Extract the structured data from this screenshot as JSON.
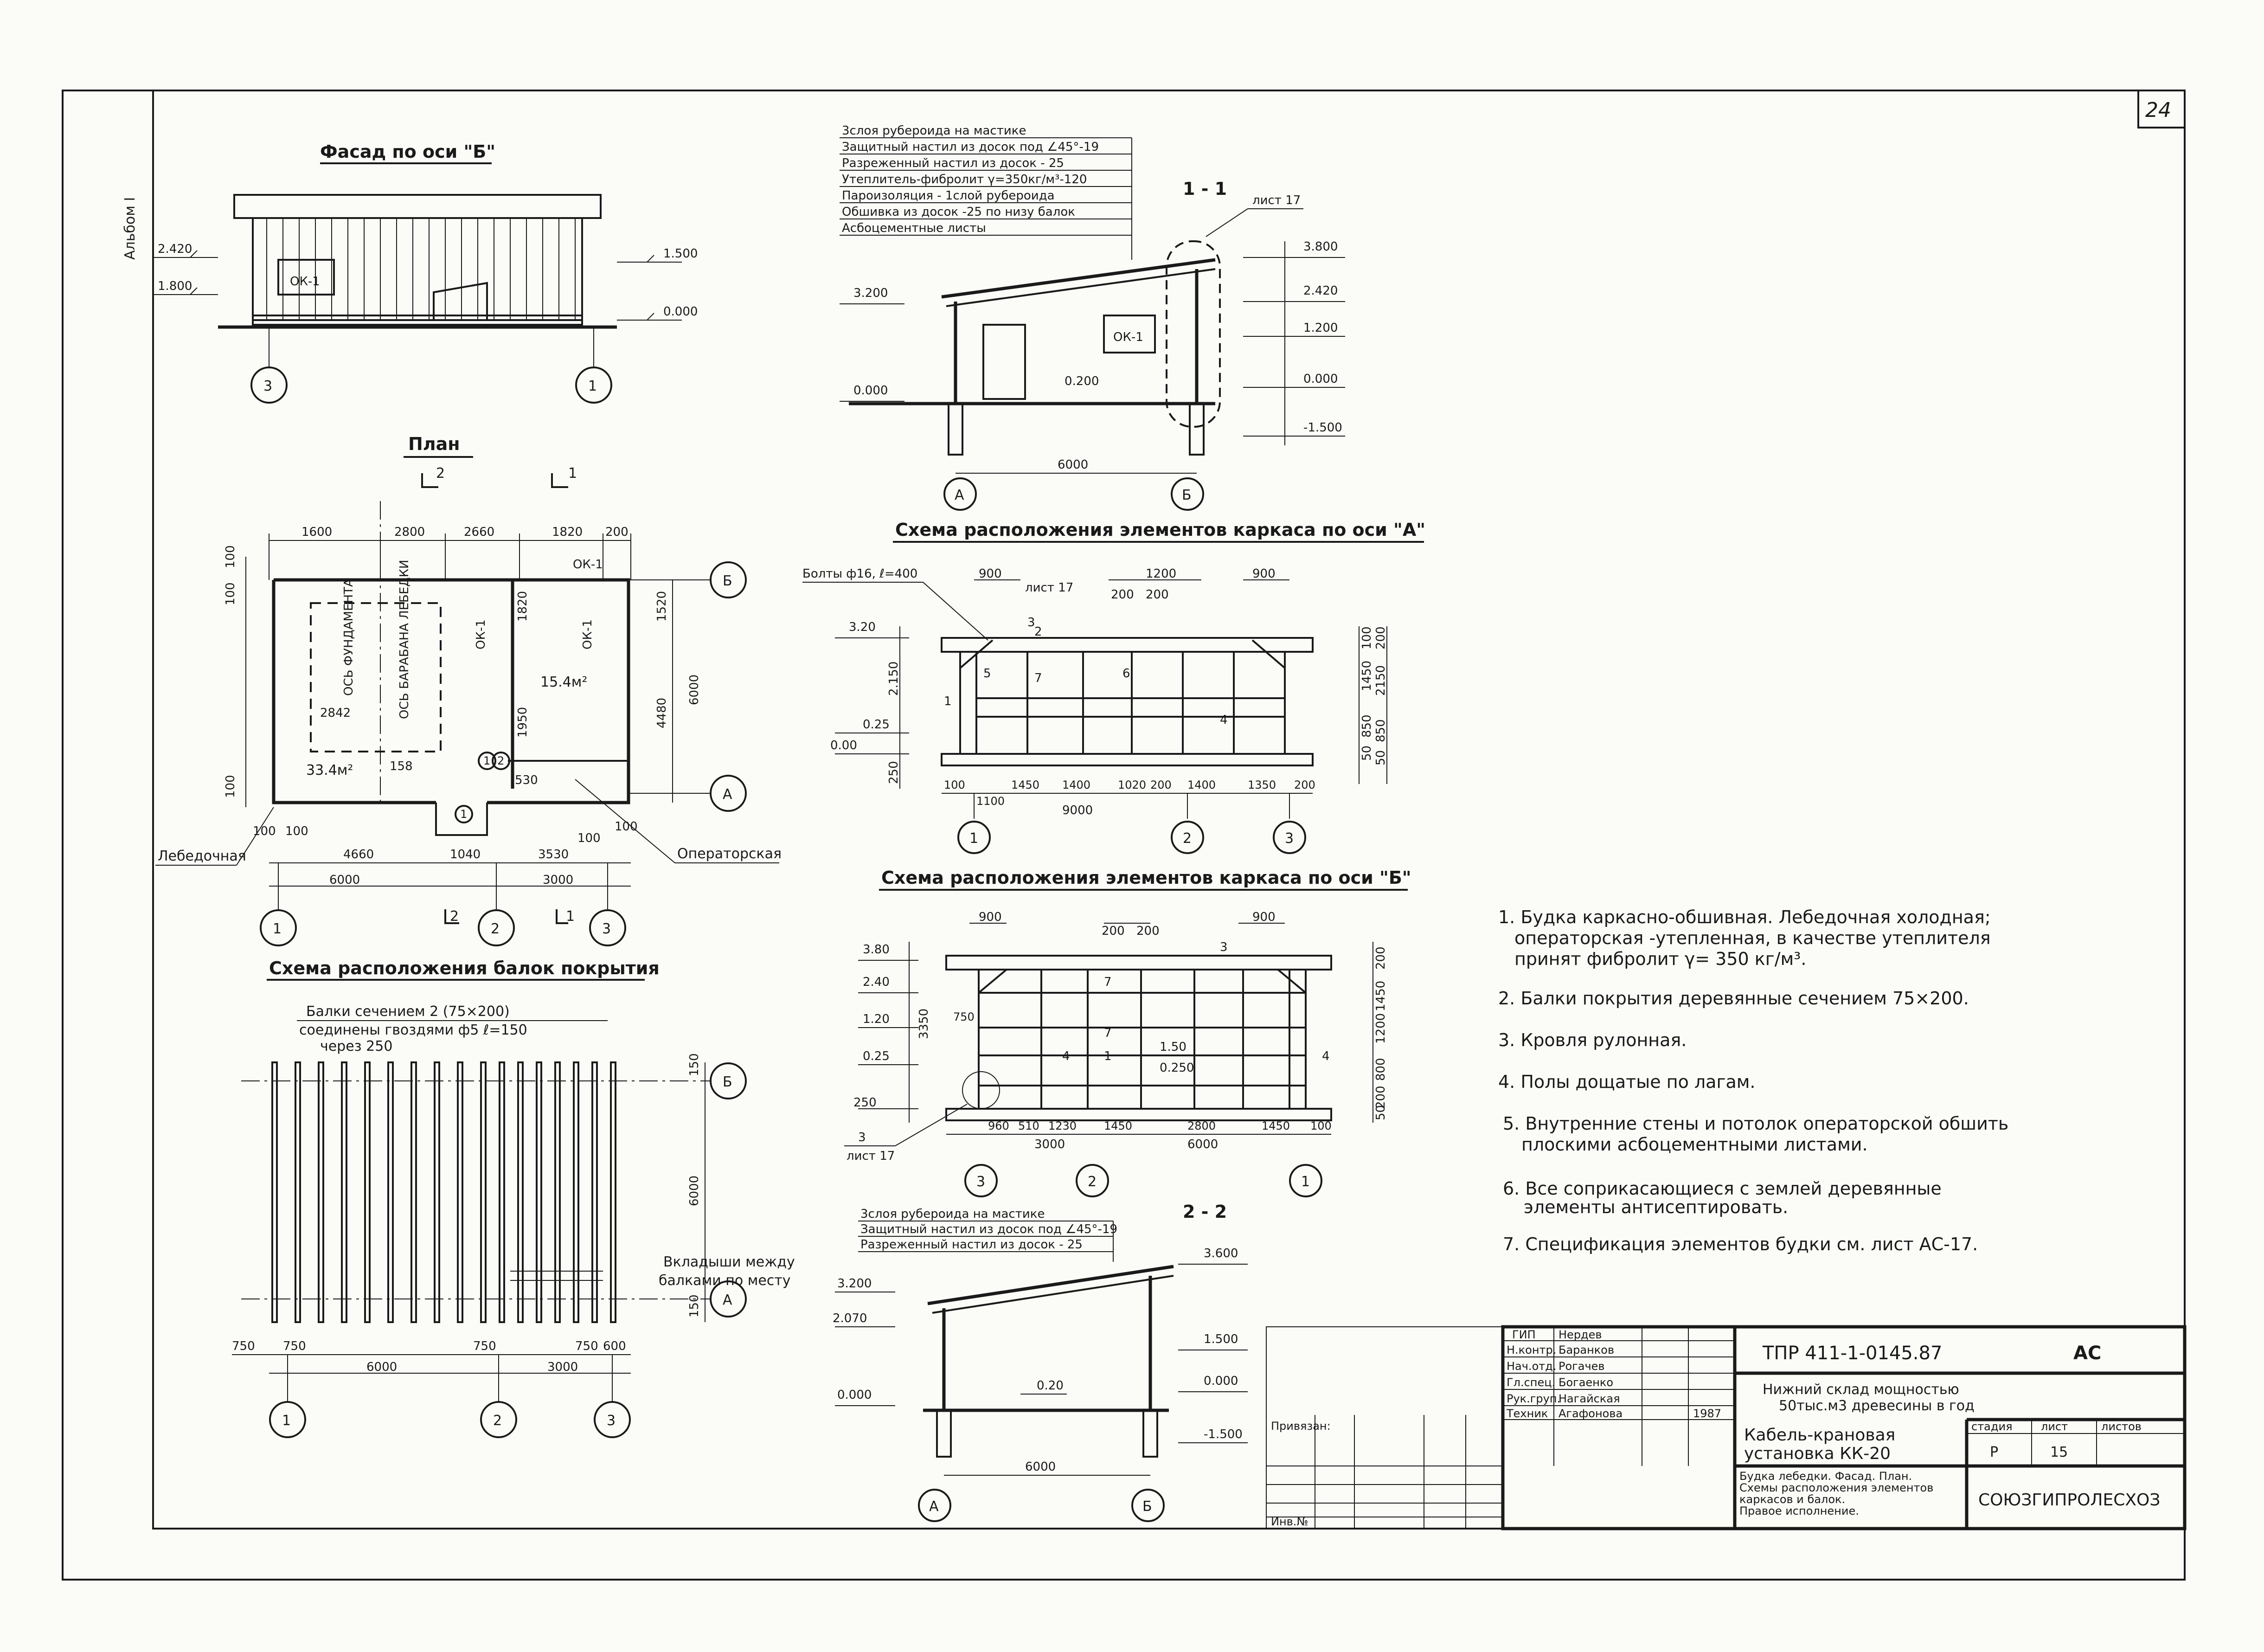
{
  "sheet_number": "24",
  "album_label": "Альбом I",
  "facade": {
    "title": "Фасад по оси \"Б\"",
    "levels": [
      "2.420",
      "1.800",
      "1.500",
      "0.000"
    ],
    "window_label": "ОК-1",
    "axes": [
      "3",
      "1"
    ]
  },
  "plan": {
    "title": "План",
    "section_marks": [
      "2",
      "1"
    ],
    "top_dims": [
      "1600",
      "2800",
      "2660",
      "1820",
      "200"
    ],
    "side_dims": [
      "100",
      "100",
      "1520",
      "6000",
      "4480",
      "100"
    ],
    "inner_dims": [
      "1820",
      "1950",
      "2842",
      "158",
      "530"
    ],
    "room_labels": [
      "ОСЬ ФУНДАМЕНТА",
      "ОСЬ БАРАБАНА ЛЕБЕДКИ",
      "ОК-1",
      "ОК-1",
      "ОК-1"
    ],
    "areas": [
      "33.4м²",
      "15.4м²"
    ],
    "door_marks": [
      "1",
      "2",
      "1"
    ],
    "bottom_dims": [
      "100",
      "100",
      "4660",
      "1040",
      "3530",
      "100",
      "100"
    ],
    "totals": [
      "6000",
      "3000"
    ],
    "rooms": [
      "Лебедочная",
      "Операторская"
    ],
    "axes_v": [
      "1",
      "2",
      "3"
    ],
    "axes_h": [
      "Б",
      "А"
    ]
  },
  "beams": {
    "title": "Схема расположения балок покрытия",
    "callout1": "Балки сечением 2 (75×200)",
    "callout2": "соединены гвоздями ф5   ℓ=150",
    "callout3": "через 250",
    "insert_note1": "Вкладыши между",
    "insert_note2": "балками по месту",
    "side_dims": [
      "150",
      "6000",
      "150"
    ],
    "bottom_dims": [
      "750",
      "750",
      "750",
      "750",
      "600"
    ],
    "totals": [
      "6000",
      "3000"
    ],
    "axes_v": [
      "1",
      "2",
      "3"
    ],
    "axes_h": [
      "Б",
      "А"
    ]
  },
  "roof_layers": [
    "3слоя рубероида на мастике",
    "Защитный настил из досок под ∠45°-19",
    "Разреженный настил из досок - 25",
    "Утеплитель-фибролит γ=350кг/м³-120",
    "Пароизоляция - 1слой рубероида",
    "Обшивка из досок -25 по низу балок",
    "Асбоцементные листы"
  ],
  "section11": {
    "title": "1 - 1",
    "sheet_ref": "лист 17",
    "levels": [
      "3.200",
      "0.000",
      "0.200",
      "3.800",
      "2.420",
      "1.200",
      "0.000",
      "-1.500"
    ],
    "window_label": "ОК-1",
    "span": "6000",
    "axes": [
      "А",
      "Б"
    ]
  },
  "frame_a": {
    "title": "Схема расположения элементов каркаса по оси \"А\"",
    "bolts": "Болты ф16, ℓ=400",
    "sheet_ref": "лист 17",
    "marks": [
      "2",
      "3",
      "4",
      "5",
      "6",
      "7",
      "1"
    ],
    "top_dims": [
      "900",
      "1200",
      "200",
      "200",
      "900"
    ],
    "levels": [
      "3.20",
      "2.150",
      "0.25",
      "0.00",
      "250"
    ],
    "right_dims": [
      "100",
      "200",
      "1450",
      "850",
      "50",
      "2150",
      "850",
      "50"
    ],
    "bottom_dims": [
      "100",
      "1100",
      "1450",
      "1400",
      "1020",
      "200",
      "1400",
      "1350",
      "200"
    ],
    "totals": [
      "9000"
    ],
    "axes": [
      "1",
      "2",
      "3"
    ]
  },
  "frame_b": {
    "title": "Схема расположения элементов каркаса по оси \"Б\"",
    "top_dims": [
      "900",
      "200",
      "200",
      "900"
    ],
    "levels": [
      "3.80",
      "2.40",
      "1.20",
      "0.25",
      "250",
      "3350",
      "750"
    ],
    "marks": [
      "3",
      "7",
      "4",
      "1",
      "7",
      "4"
    ],
    "inner_levels": [
      "1.50",
      "0.250"
    ],
    "right_dims": [
      "200",
      "1450",
      "1200",
      "800",
      "200",
      "50"
    ],
    "bottom_dims": [
      "960",
      "510",
      "1230",
      "1450",
      "2800",
      "1450",
      "100"
    ],
    "totals": [
      "3000",
      "6000"
    ],
    "ref": "3",
    "sheet_ref": "лист 17",
    "axes": [
      "3",
      "2",
      "1"
    ]
  },
  "section22": {
    "title": "2 - 2",
    "layers": [
      "3слоя рубероида на мастике",
      "Защитный настил из досок под ∠45°-19",
      "Разреженный настил из досок - 25"
    ],
    "levels": [
      "3.600",
      "3.200",
      "2.070",
      "1.500",
      "0.000",
      "0.000",
      "-1.500"
    ],
    "floor": "0.20",
    "span": "6000",
    "axes": [
      "А",
      "Б"
    ]
  },
  "notes": [
    "1. Будка каркасно-обшивная. Лебедочная холодная;",
    "операторская -утепленная, в качестве утеплителя",
    "принят фибролит γ= 350 кг/м³.",
    "2. Балки покрытия деревянные сечением 75×200.",
    "3. Кровля рулонная.",
    "4. Полы дощатые по лагам.",
    "5. Внутренние стены и потолок операторской обшить",
    "плоскими асбоцементными листами.",
    "6. Все соприкасающиеся с землей деревянные",
    "элементы антисептировать.",
    "7. Спецификация элементов будки см. лист АС-17."
  ],
  "title_block": {
    "code": "ТПР 411-1-0145.87",
    "mark": "АС",
    "project1": "Нижний склад мощностью",
    "project2": "50тыс.м3 древесины в год",
    "object1": "Кабель-крановая",
    "object2": "установка КК-20",
    "stage_h": "стадия",
    "sheet_h": "лист",
    "sheets_h": "листов",
    "stage": "Р",
    "sheet": "15",
    "sheets": "",
    "desc": [
      "Будка лебедки. Фасад. План.",
      "Схемы расположения элементов",
      "каркасов и балок.",
      "Правое исполнение."
    ],
    "org": "СОЮЗГИПРОЛЕСХОЗ",
    "binding": "Привязан:",
    "inv": "Инв.№",
    "year": "1987",
    "roles": [
      "ГИП",
      "Н.контр.",
      "Нач.отд.",
      "Гл.спец.",
      "Рук.груп.",
      "Техник"
    ],
    "names": [
      "Нердев",
      "Баранков",
      "Рогачев",
      "Богаенко",
      "Нагайская",
      "Агафонова"
    ]
  }
}
